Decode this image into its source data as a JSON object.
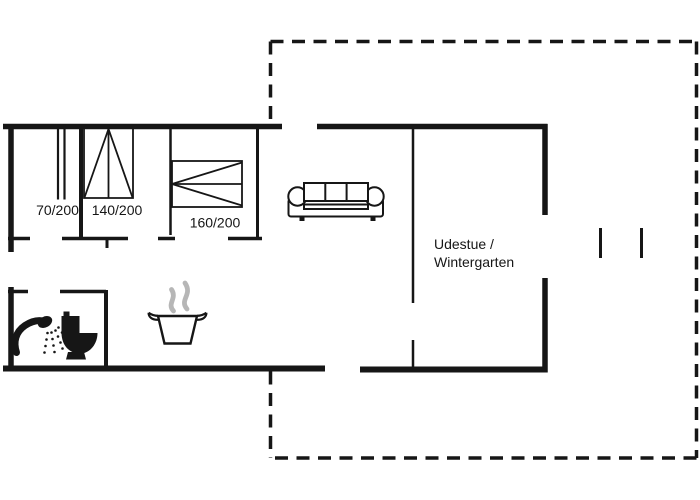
{
  "page": {
    "kind": "holiday-home floor plan drawing",
    "background": "#ffffff"
  },
  "colors": {
    "ink": "#161616",
    "steam_gray": "#b6b6b6"
  },
  "rooms": {
    "conservatory": {
      "label_line1": "Udestue /",
      "label_line2": "Wintergarten"
    }
  },
  "beds": {
    "single": {
      "size_label": "70/200"
    },
    "double_small": {
      "size_label": "140/200"
    },
    "double_large": {
      "size_label": "160/200"
    }
  },
  "icons": {
    "shower": "shower-icon",
    "toilet": "toilet-icon",
    "cooking_pot": "cooking-pot-icon",
    "steam": "steam-icon",
    "sofa": "sofa-symbol"
  }
}
